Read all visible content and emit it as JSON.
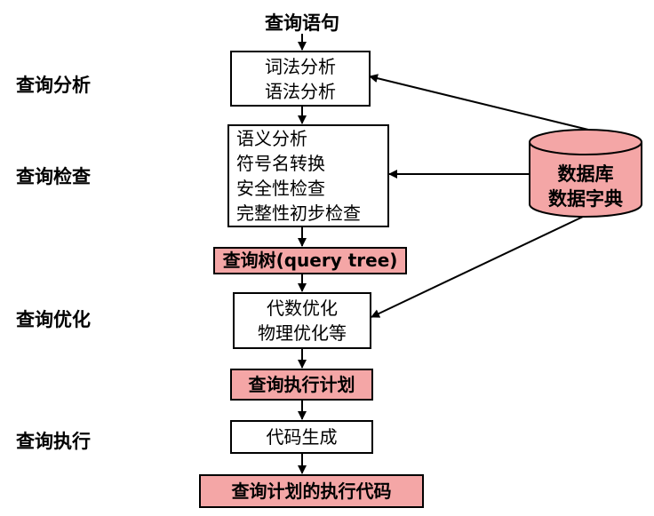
{
  "title": "查询语句",
  "stages": [
    {
      "label": "查询分析"
    },
    {
      "label": "查询检查"
    },
    {
      "label": "查询优化"
    },
    {
      "label": "查询执行"
    }
  ],
  "boxes": {
    "lexical_syntax": [
      "词法分析",
      "语法分析"
    ],
    "semantic": [
      "语义分析",
      "符号名转换",
      "安全性检查",
      "完整性初步检查"
    ],
    "query_tree": "查询树(query tree)",
    "optimization": [
      "代数优化",
      "物理优化等"
    ],
    "exec_plan": "查询执行计划",
    "codegen": "代码生成",
    "exec_code": "查询计划的执行代码"
  },
  "database": [
    "数据库",
    "数据字典"
  ],
  "colors": {
    "highlight_fill": "#f4a6a6",
    "database_fill": "#f4a6a6",
    "line": "#000000"
  }
}
